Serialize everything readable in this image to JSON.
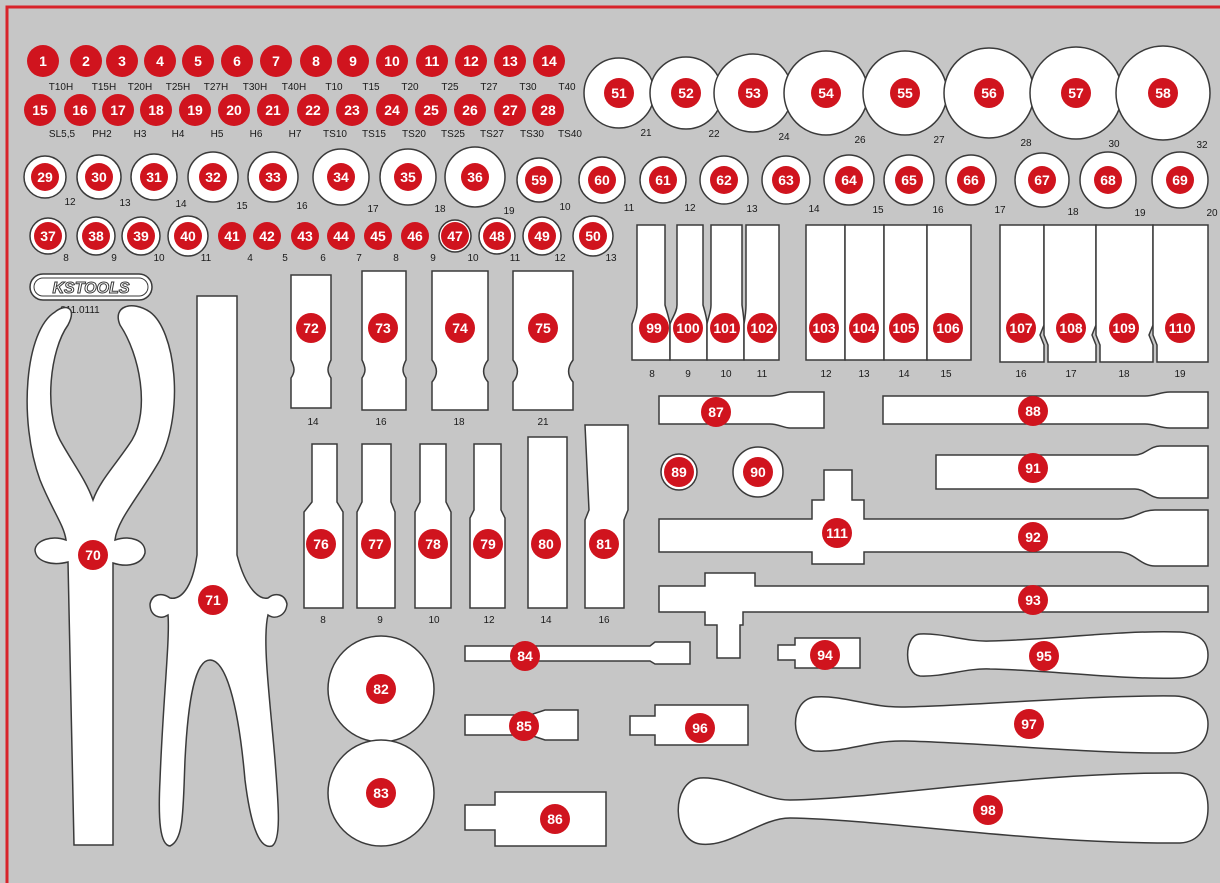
{
  "colors": {
    "background": "#c6c6c6",
    "border": "#d8232a",
    "cutout": "#ffffff",
    "cutout_stroke": "#3a3a3a",
    "badge": "#d0141e",
    "badge_text": "#ffffff",
    "size_text": "#1a1a1a"
  },
  "logo": {
    "text": "KSTOOLS",
    "article": "811.0111"
  },
  "row1": {
    "numbers": [
      "1",
      "2",
      "3",
      "4",
      "5",
      "6",
      "7",
      "8",
      "9",
      "10",
      "11",
      "12",
      "13",
      "14"
    ],
    "sizes": [
      "T10H",
      "T15H",
      "T20H",
      "T25H",
      "T27H",
      "T30H",
      "T40H",
      "T10",
      "T15",
      "T20",
      "T25",
      "T27",
      "T30",
      "T40"
    ]
  },
  "row2": {
    "numbers": [
      "15",
      "16",
      "17",
      "18",
      "19",
      "20",
      "21",
      "22",
      "23",
      "24",
      "25",
      "26",
      "27",
      "28"
    ],
    "sizes": [
      "SL5,5",
      "PH2",
      "H3",
      "H4",
      "H5",
      "H6",
      "H7",
      "TS10",
      "TS15",
      "TS20",
      "TS25",
      "TS27",
      "TS30",
      "TS40"
    ]
  },
  "large_sockets": {
    "numbers": [
      "51",
      "52",
      "53",
      "54",
      "55",
      "56",
      "57",
      "58"
    ],
    "sizes": [
      "21",
      "22",
      "24",
      "26",
      "27",
      "28",
      "30",
      "32"
    ]
  },
  "row3_sockets": {
    "numbers": [
      "29",
      "30",
      "31",
      "32",
      "33",
      "34",
      "35",
      "36"
    ],
    "sizes": [
      "12",
      "13",
      "14",
      "15",
      "16",
      "17",
      "18",
      "19"
    ]
  },
  "row3b_sockets": {
    "numbers": [
      "59",
      "60",
      "61",
      "62",
      "63",
      "64",
      "65",
      "66",
      "67",
      "68",
      "69"
    ],
    "sizes": [
      "10",
      "11",
      "12",
      "13",
      "14",
      "15",
      "16",
      "17",
      "18",
      "19",
      "20"
    ]
  },
  "row4_sockets": {
    "numbers": [
      "37",
      "38",
      "39",
      "40",
      "41",
      "42",
      "43",
      "44",
      "45",
      "46",
      "47",
      "48",
      "49",
      "50"
    ],
    "sizes": [
      "8",
      "9",
      "10",
      "11",
      "4",
      "5",
      "6",
      "7",
      "8",
      "9",
      "10",
      "11",
      "12",
      "13"
    ]
  },
  "deep_small": {
    "numbers": [
      "99",
      "100",
      "101",
      "102",
      "103",
      "104",
      "105",
      "106"
    ],
    "sizes": [
      "8",
      "9",
      "10",
      "11",
      "12",
      "13",
      "14",
      "15"
    ]
  },
  "deep_large": {
    "numbers": [
      "107",
      "108",
      "109",
      "110"
    ],
    "sizes": [
      "16",
      "17",
      "18",
      "19"
    ]
  },
  "deep_mid": {
    "numbers": [
      "72",
      "73",
      "74",
      "75"
    ],
    "sizes": [
      "14",
      "16",
      "18",
      "21"
    ]
  },
  "deep_lower": {
    "numbers": [
      "76",
      "77",
      "78",
      "79",
      "80",
      "81"
    ],
    "sizes": [
      "8",
      "9",
      "10",
      "12",
      "14",
      "16"
    ]
  },
  "tools": {
    "pliers": "70",
    "pliers_2": "71",
    "disc_upper": "82",
    "disc_lower": "83",
    "extension_84": "84",
    "adapter_85": "85",
    "adapter_86": "86",
    "extension_87": "87",
    "extension_88": "88",
    "socket_89": "89",
    "socket_90": "90",
    "extension_91": "91",
    "tbar_92": "92",
    "tbar_93": "93",
    "adapter_94": "94",
    "handle_95": "95",
    "adapter_96": "96",
    "handle_97": "97",
    "ratchet_98": "98",
    "tee_111": "111"
  }
}
